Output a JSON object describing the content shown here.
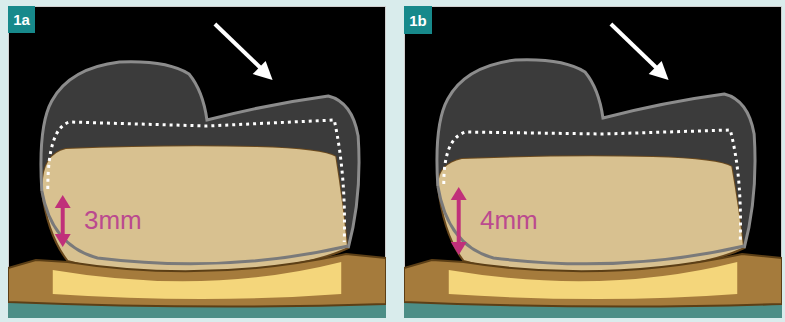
{
  "diagram": {
    "nodes": [
      {
        "text": [
          "1a"
        ]
      },
      {
        "text": [
          "1b"
        ]
      }
    ],
    "labels": [
      "3mm",
      "4mm"
    ]
  }
}
